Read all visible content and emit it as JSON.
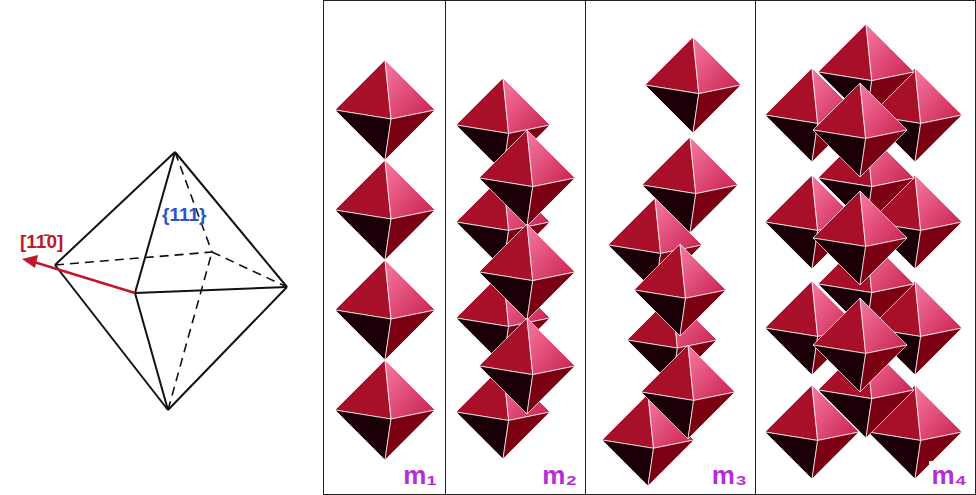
{
  "diagram": {
    "nodes": [
      {
        "text": [
          "m₁"
        ]
      },
      {
        "text": [
          "m₂"
        ]
      },
      {
        "text": [
          "m₃"
        ]
      },
      {
        "text": [
          "m₄"
        ]
      }
    ],
    "labels": [
      "[11̄0]",
      "{111}"
    ]
  }
}
